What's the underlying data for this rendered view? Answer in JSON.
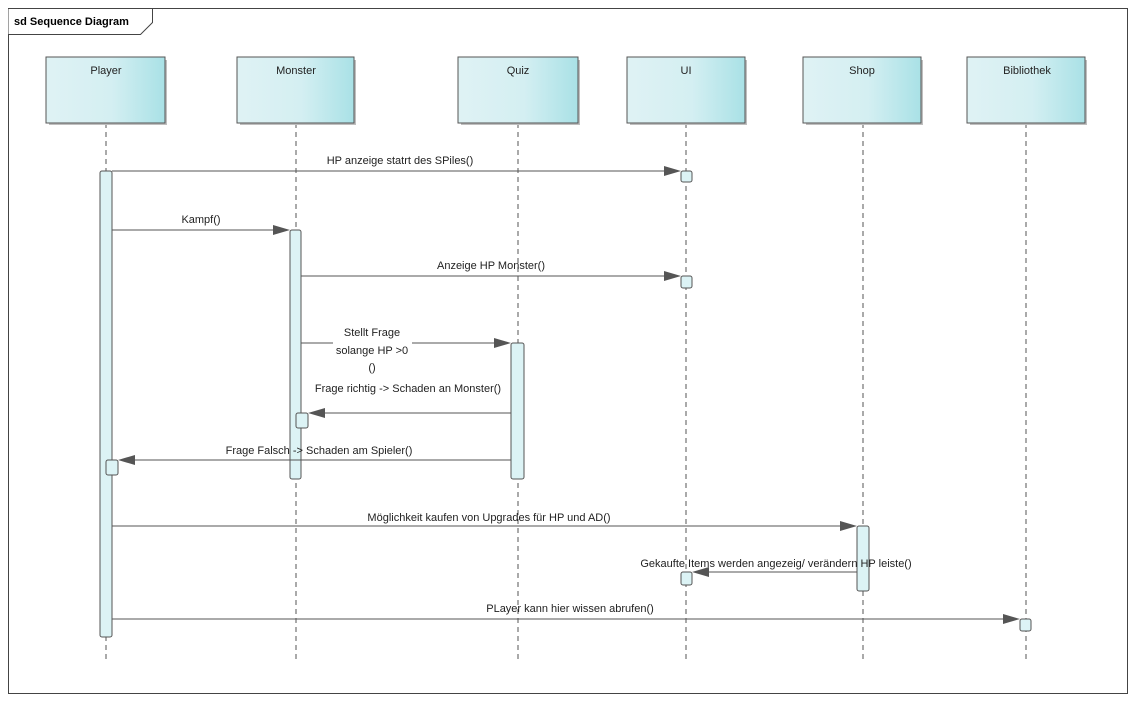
{
  "diagram": {
    "title": "sd Sequence Diagram",
    "colors": {
      "box_fill_left": "#dff2f4",
      "box_fill_right": "#a9e1e6",
      "box_border": "#555555",
      "activation_fill": "#dcf3f5",
      "line": "#555555",
      "arrow": "#555555"
    }
  },
  "lifelines": [
    {
      "id": "player",
      "label": "Player"
    },
    {
      "id": "monster",
      "label": "Monster"
    },
    {
      "id": "quiz",
      "label": "Quiz"
    },
    {
      "id": "ui",
      "label": "UI"
    },
    {
      "id": "shop",
      "label": "Shop"
    },
    {
      "id": "bibliothek",
      "label": "Bibliothek"
    }
  ],
  "messages": [
    {
      "from": "player",
      "to": "ui",
      "lines": [
        "HP anzeige statrt des SPiles()"
      ]
    },
    {
      "from": "player",
      "to": "monster",
      "lines": [
        "Kampf()"
      ]
    },
    {
      "from": "monster",
      "to": "ui",
      "lines": [
        "Anzeige HP Monster()"
      ]
    },
    {
      "from": "monster",
      "to": "quiz",
      "lines": [
        "Stellt Frage",
        "solange HP >0",
        "()"
      ]
    },
    {
      "from": "quiz",
      "to": "monster",
      "lines": [
        "Frage richtig -> Schaden an Monster()"
      ]
    },
    {
      "from": "quiz",
      "to": "player",
      "lines": [
        "Frage Falsch -> Schaden am Spieler()"
      ]
    },
    {
      "from": "player",
      "to": "shop",
      "lines": [
        "Möglichkeit kaufen von Upgrades für HP und AD()"
      ]
    },
    {
      "from": "shop",
      "to": "ui",
      "lines": [
        "Gekaufte Items werden angezeig/ verändern HP leiste()"
      ]
    },
    {
      "from": "player",
      "to": "bibliothek",
      "lines": [
        "PLayer kann hier wissen abrufen()"
      ]
    }
  ]
}
